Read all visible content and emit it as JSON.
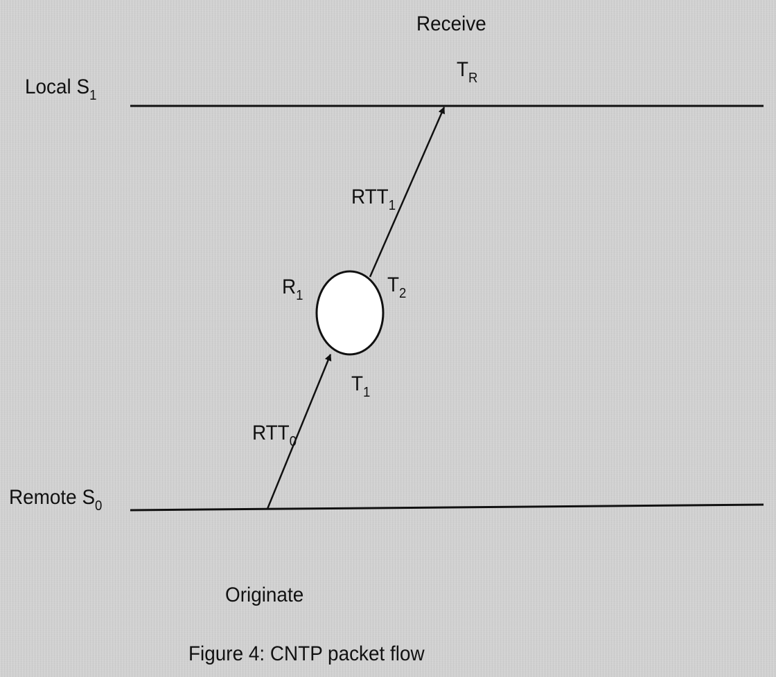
{
  "diagram": {
    "receive_label": "Receive",
    "originate_label": "Originate",
    "local": {
      "name": "Local S",
      "sub": "1"
    },
    "remote": {
      "name": "Remote S",
      "sub": "0"
    },
    "tr": {
      "main": "T",
      "sub": "R"
    },
    "rtt1": {
      "main": "RTT",
      "sub": "1"
    },
    "rtt0": {
      "main": "RTT",
      "sub": "0"
    },
    "r1": {
      "main": "R",
      "sub": "1"
    },
    "t1": {
      "main": "T",
      "sub": "1"
    },
    "t2": {
      "main": "T",
      "sub": "2"
    },
    "caption": "Figure 4: CNTP packet flow"
  },
  "colors": {
    "background": "#d4d4d4",
    "line": "#111111",
    "node_fill": "#ffffff"
  }
}
